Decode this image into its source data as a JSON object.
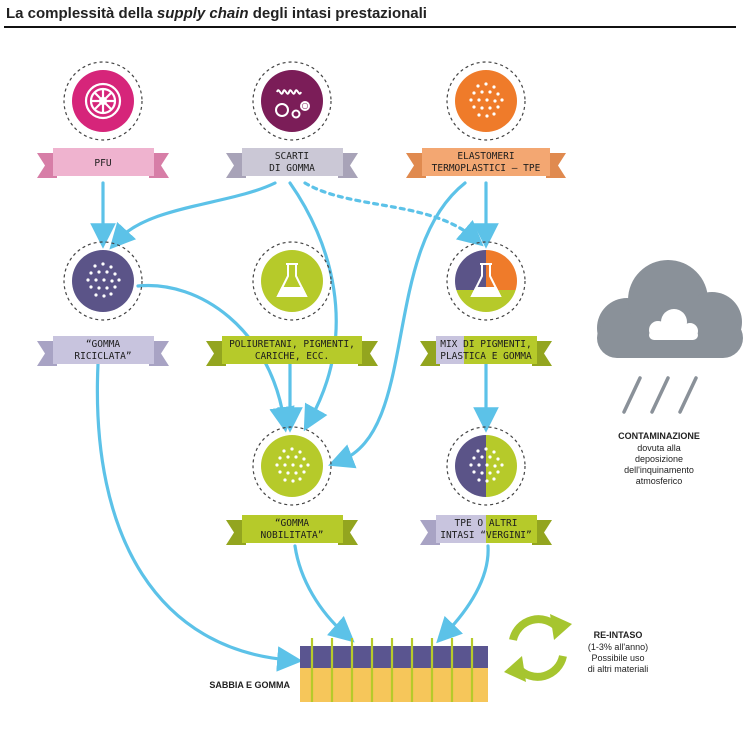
{
  "title": {
    "part1": "La complessità della ",
    "italic": "supply chain",
    "part2": " degli intasi prestazionali"
  },
  "nodes": {
    "pfu": {
      "line1": "PFU"
    },
    "scarti": {
      "line1": "SCARTI",
      "line2": "DI GOMMA"
    },
    "tpe": {
      "line1": "ELASTOMERI",
      "line2": "TERMOPLASTICI – TPE"
    },
    "riciclata": {
      "line1": "“GOMMA",
      "line2": "RICICLATA”"
    },
    "poliuretani": {
      "line1": "POLIURETANI, PIGMENTI,",
      "line2": "CARICHE, ECC."
    },
    "mix": {
      "line1": "MIX DI PIGMENTI,",
      "line2": "PLASTICA E GOMMA"
    },
    "nobilitata": {
      "line1": "“GOMMA",
      "line2": "NOBILITATA”"
    },
    "vergini": {
      "line1": "TPE O ALTRI",
      "line2": "INTASI “VERGINI”"
    }
  },
  "contamination": {
    "title": "CONTAMINAZIONE",
    "line1": "dovuta alla",
    "line2": "deposizione",
    "line3": "dell'inquinamento",
    "line4": "atmosferico"
  },
  "reintaso": {
    "title": "RE-INTASO",
    "line1": "(1-3% all'anno)",
    "line2": "Possibile uso",
    "line3": "di altri materiali"
  },
  "turf_label": "SABBIA E GOMMA",
  "colors": {
    "pink": "#d6257a",
    "pink_banner": "#efb3cf",
    "purple": "#7b1d58",
    "orange": "#ef7b2a",
    "orange_banner": "#f3a772",
    "navy": "#5b5488",
    "lavender": "#c8c4de",
    "lime": "#b6ca2a",
    "arrow": "#5cc2e8",
    "cloud": "#8a9199",
    "recycle": "#a6c52f",
    "turf_top": "#5a5590",
    "turf_bottom": "#f6c65a"
  }
}
